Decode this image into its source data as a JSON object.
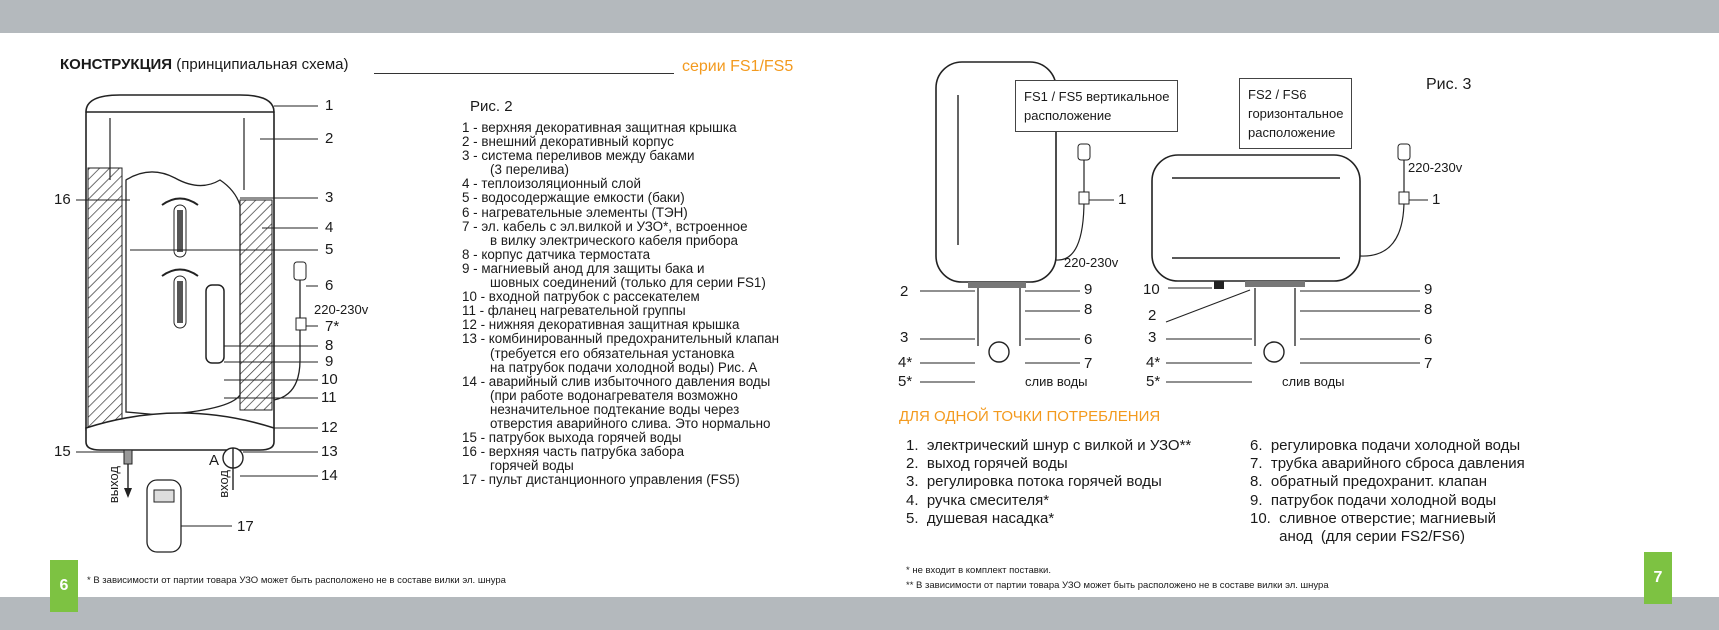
{
  "left_page": {
    "page_number": "6",
    "title_bold": "КОНСТРУКЦИЯ",
    "title_rest": "(принципиальная схема)",
    "series": "серии FS1/FS5",
    "figure_label": "Рис. 2",
    "parts": [
      {
        "text": "1 - верхняя декоративная защитная крышка",
        "indent": false
      },
      {
        "text": "2 - внешний декоративный корпус",
        "indent": false
      },
      {
        "text": "3 - система переливов между баками",
        "indent": false
      },
      {
        "text": "(3 перелива)",
        "indent": true
      },
      {
        "text": "4 - теплоизоляционный слой",
        "indent": false
      },
      {
        "text": "5 - водосодержащие емкости (баки)",
        "indent": false
      },
      {
        "text": "6 - нагревательные элементы (ТЭН)",
        "indent": false
      },
      {
        "text": "7 - эл. кабель с эл.вилкой и УЗО*, встроенное",
        "indent": false
      },
      {
        "text": "в вилку электрического кабеля прибора",
        "indent": true
      },
      {
        "text": "8 - корпус датчика термостата",
        "indent": false
      },
      {
        "text": "9 - магниевый анод для защиты бака и",
        "indent": false
      },
      {
        "text": "шовных соединений (только для серии FS1)",
        "indent": true
      },
      {
        "text": "10 - входной патрубок с рассекателем",
        "indent": false
      },
      {
        "text": "11 - фланец нагревательной группы",
        "indent": false
      },
      {
        "text": "12 - нижняя декоративная защитная крышка",
        "indent": false
      },
      {
        "text": "13 - комбинированный предохранительный клапан",
        "indent": false
      },
      {
        "text": "(требуется его обязательная установка",
        "indent": true
      },
      {
        "text": "на патрубок подачи холодной воды) Рис. А",
        "indent": true
      },
      {
        "text": "14 - аварийный слив избыточного давления воды",
        "indent": false
      },
      {
        "text": "(при работе водонагревателя возможно",
        "indent": true
      },
      {
        "text": "незначительное подтекание воды через",
        "indent": true
      },
      {
        "text": "отверстия аварийного слива. Это нормально",
        "indent": true
      },
      {
        "text": "15 - патрубок выхода горячей воды",
        "indent": false
      },
      {
        "text": "16 - верхняя часть патрубка забора",
        "indent": false
      },
      {
        "text": "горячей воды",
        "indent": true
      },
      {
        "text": "17 - пульт дистанционного управления (FS5)",
        "indent": false
      }
    ],
    "diagram": {
      "labels_right": [
        "1",
        "2",
        "3",
        "4",
        "5",
        "6",
        "7*",
        "8",
        "9",
        "10",
        "11",
        "12",
        "13",
        "14",
        "17"
      ],
      "label_left_16": "16",
      "label_left_15": "15",
      "voltage": "220-230v",
      "label_a": "A",
      "outlet": "выход",
      "inlet": "вход"
    },
    "footnote": "* В зависимости от партии товара УЗО может быть расположено не в составе вилки эл. шнура"
  },
  "right_page": {
    "page_number": "7",
    "figure_label": "Рис. 3",
    "vertical_box": [
      "FS1 / FS5 вертикальное",
      "расположение"
    ],
    "horizontal_box": [
      "FS2 / FS6",
      "горизонтальное",
      "расположение"
    ],
    "voltage": "220-230v",
    "drain_label": "слив воды",
    "callouts_vertical": {
      "left": [
        "2",
        "3",
        "4*",
        "5*"
      ],
      "right": [
        "9",
        "8",
        "6",
        "7"
      ],
      "one": "1"
    },
    "callouts_horizontal": {
      "left": [
        "10",
        "2",
        "3",
        "4*",
        "5*"
      ],
      "right": [
        "9",
        "8",
        "6",
        "7"
      ],
      "one": "1"
    },
    "section_title": "ДЛЯ ОДНОЙ ТОЧКИ ПОТРЕБЛЕНИЯ",
    "list_left": [
      "1.  электрический шнур с вилкой и УЗО**",
      "2.  выход горячей воды",
      "3.  регулировка потока горячей воды",
      "4.  ручка смесителя*",
      "5.  душевая насадка*"
    ],
    "list_right": [
      "6.  регулировка подачи холодной воды",
      "7.  трубка аварийного сброса давления",
      "8.  обратный предохранит. клапан",
      "9.  патрубок подачи холодной воды",
      "10.  сливное отверстие; магниевый",
      "       анод  (для серии FS2/FS6)"
    ],
    "footnote1": "* не входит в комплект поставки.",
    "footnote2": "** В зависимости от партии товара УЗО может быть расположено не в составе вилки эл. шнура"
  },
  "colors": {
    "band": "#b4b9bd",
    "accent_green": "#7dc242",
    "accent_orange": "#f39a1e"
  }
}
